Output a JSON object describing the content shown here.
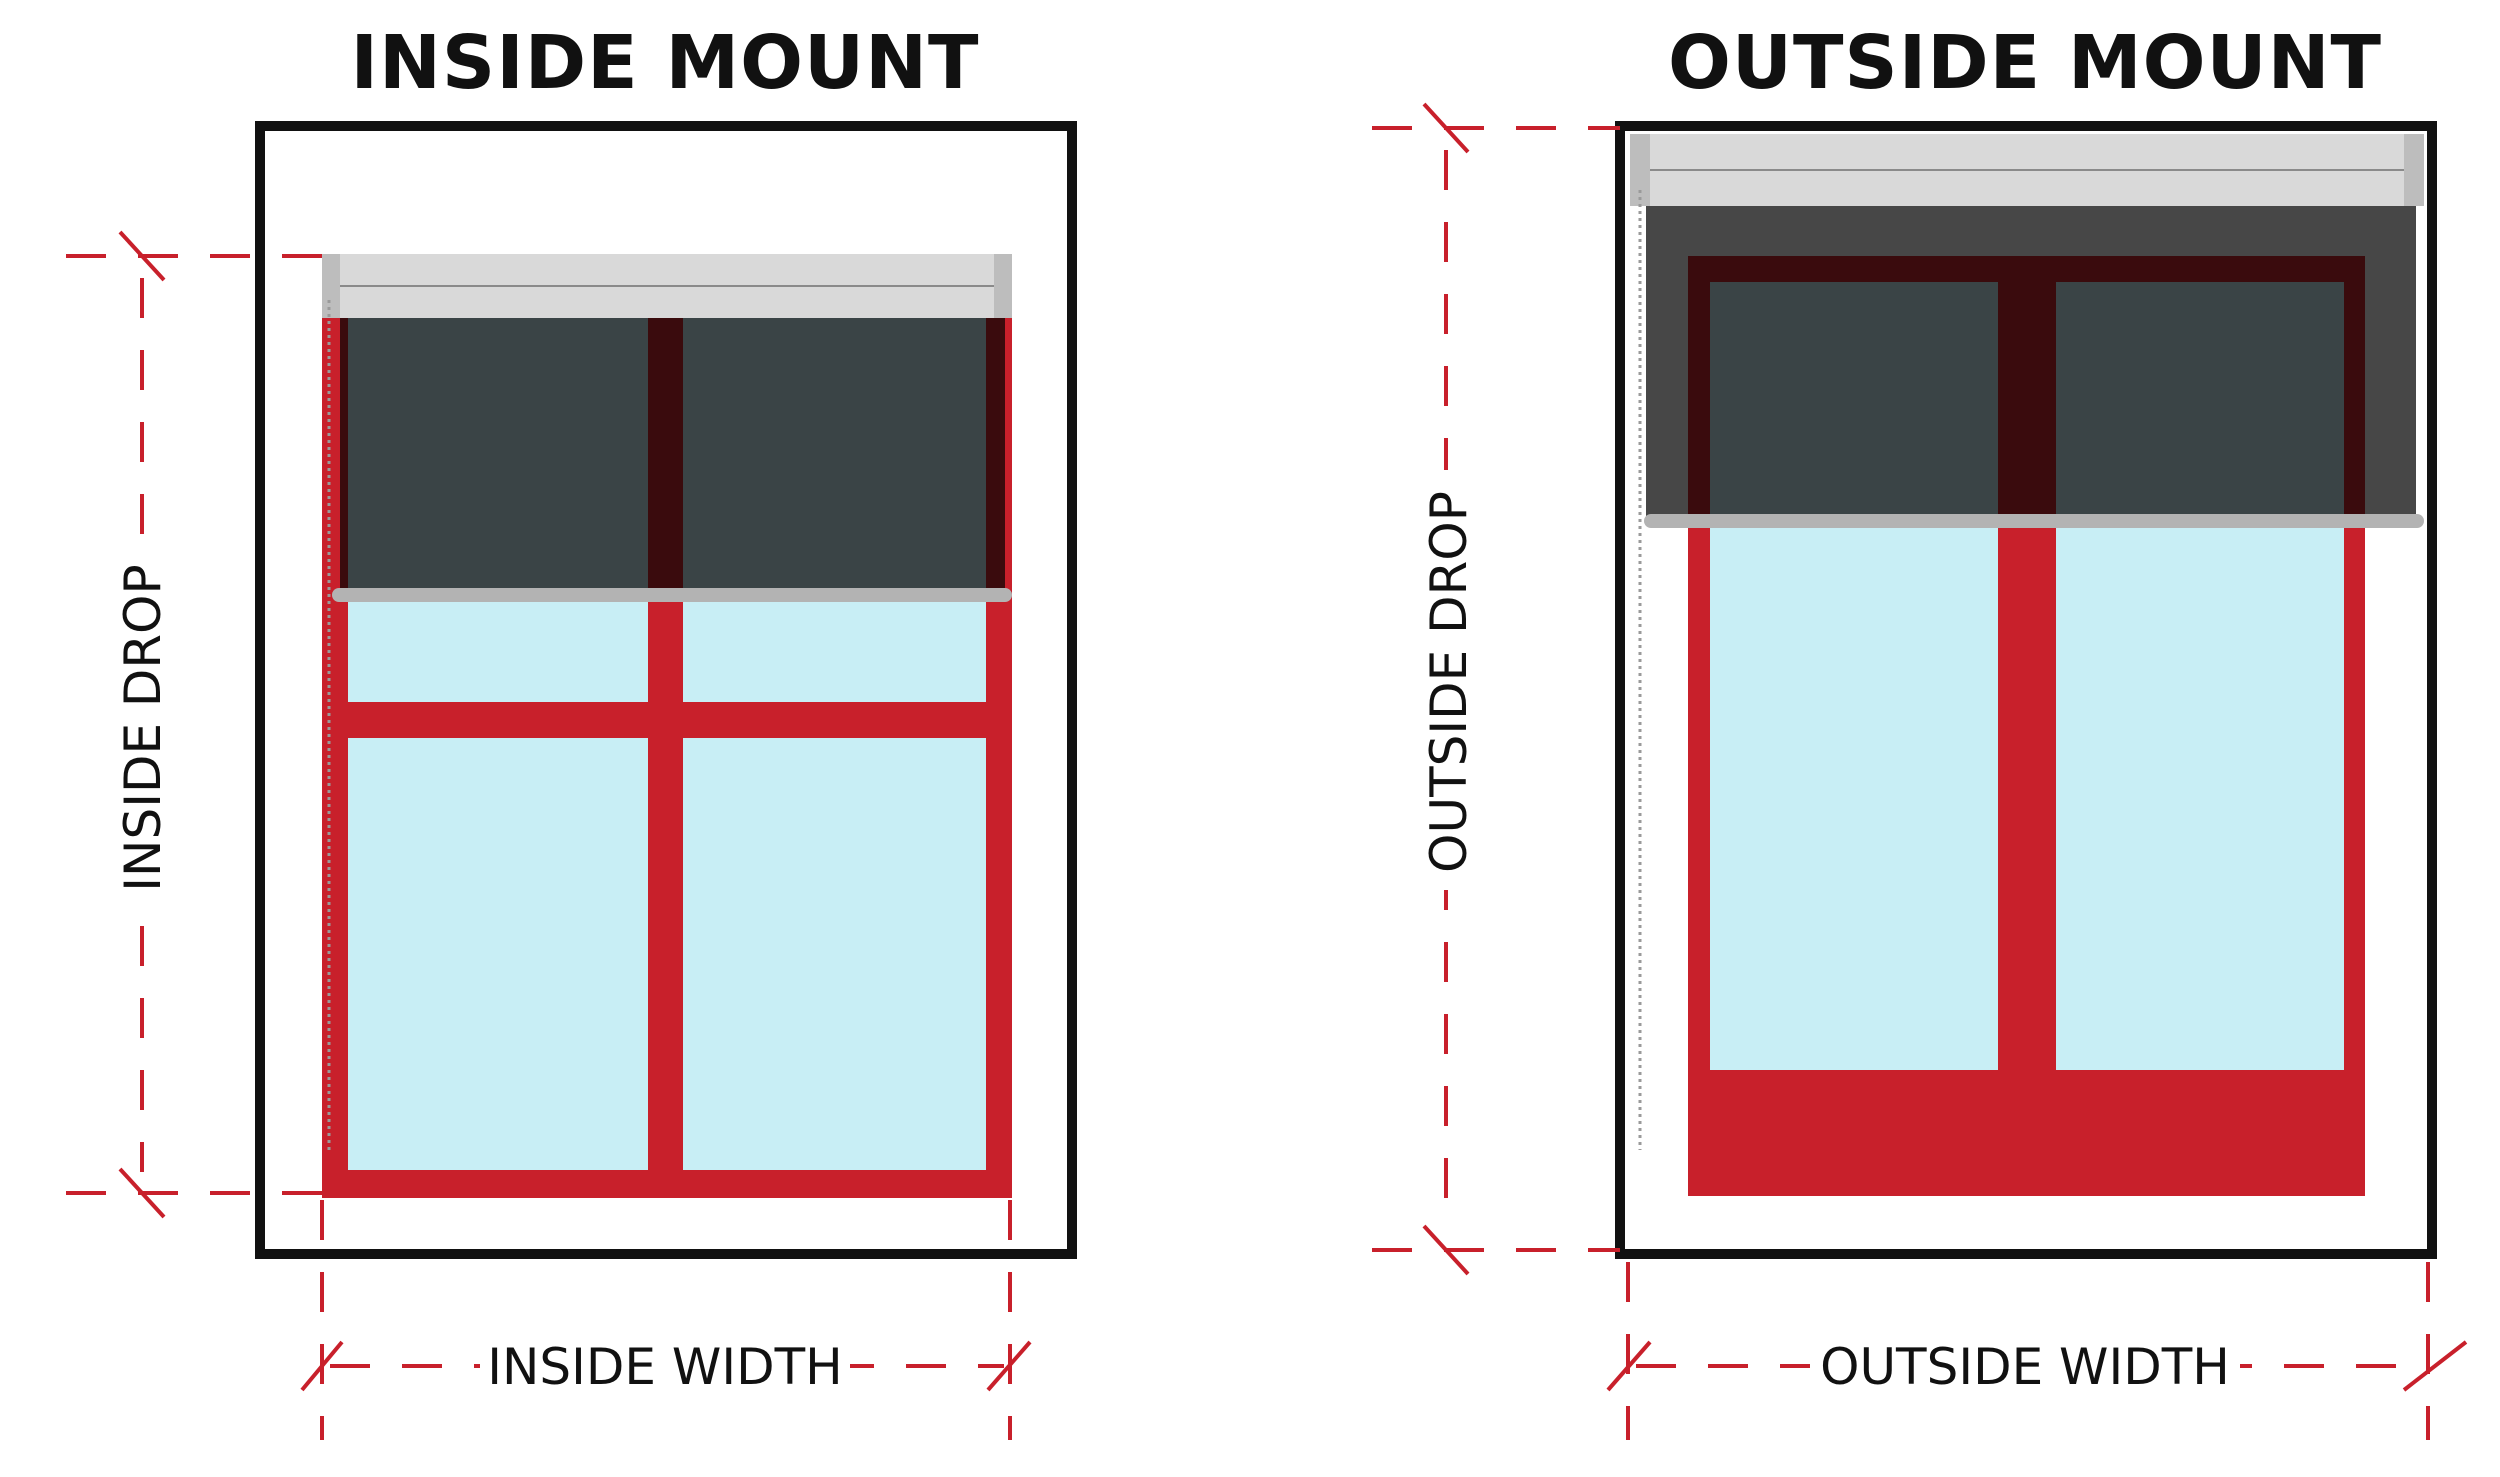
{
  "panels": {
    "inside": {
      "title": "INSIDE MOUNT",
      "width_label": "INSIDE WIDTH",
      "drop_label": "INSIDE DROP"
    },
    "outside": {
      "title": "OUTSIDE MOUNT",
      "width_label": "OUTSIDE WIDTH",
      "drop_label": "OUTSIDE DROP"
    }
  },
  "colors": {
    "window_frame": "#c8202b",
    "glass": "#c8eef5",
    "blind_fabric": "#3a4446",
    "mullion_shadow": "#3a0b0d",
    "headrail": "#d9d9d9",
    "bottom_bar": "#b3b3b3",
    "dimension_line": "#c8202b",
    "wall_outline": "#111111"
  }
}
